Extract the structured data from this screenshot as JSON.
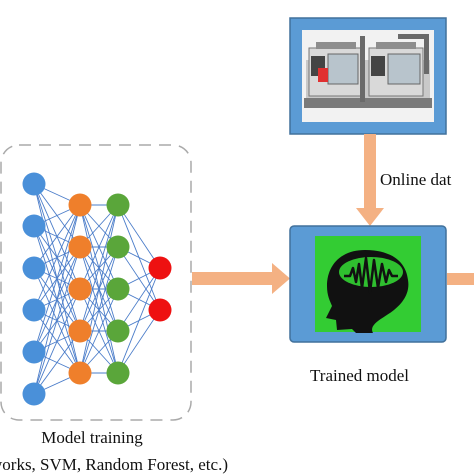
{
  "labels": {
    "online_data": "Online dat",
    "trained_model": "Trained model",
    "model_training": "Model training",
    "methods": "works, SVM, Random Forest, etc.)"
  },
  "network": {
    "layers": [
      6,
      5,
      5,
      2
    ],
    "layer_colors": [
      "#4a90d9",
      "#ef7f2b",
      "#5aa63a",
      "#ee1111"
    ]
  },
  "colors": {
    "arrow": "#f4b183",
    "box_fill": "#5b9bd5",
    "box_border": "#41719c",
    "brain_bg": "#33cc33",
    "dashed_border": "#aaaaaa"
  },
  "icons": [
    "cnc-machines-photo",
    "brain-head-icon"
  ]
}
